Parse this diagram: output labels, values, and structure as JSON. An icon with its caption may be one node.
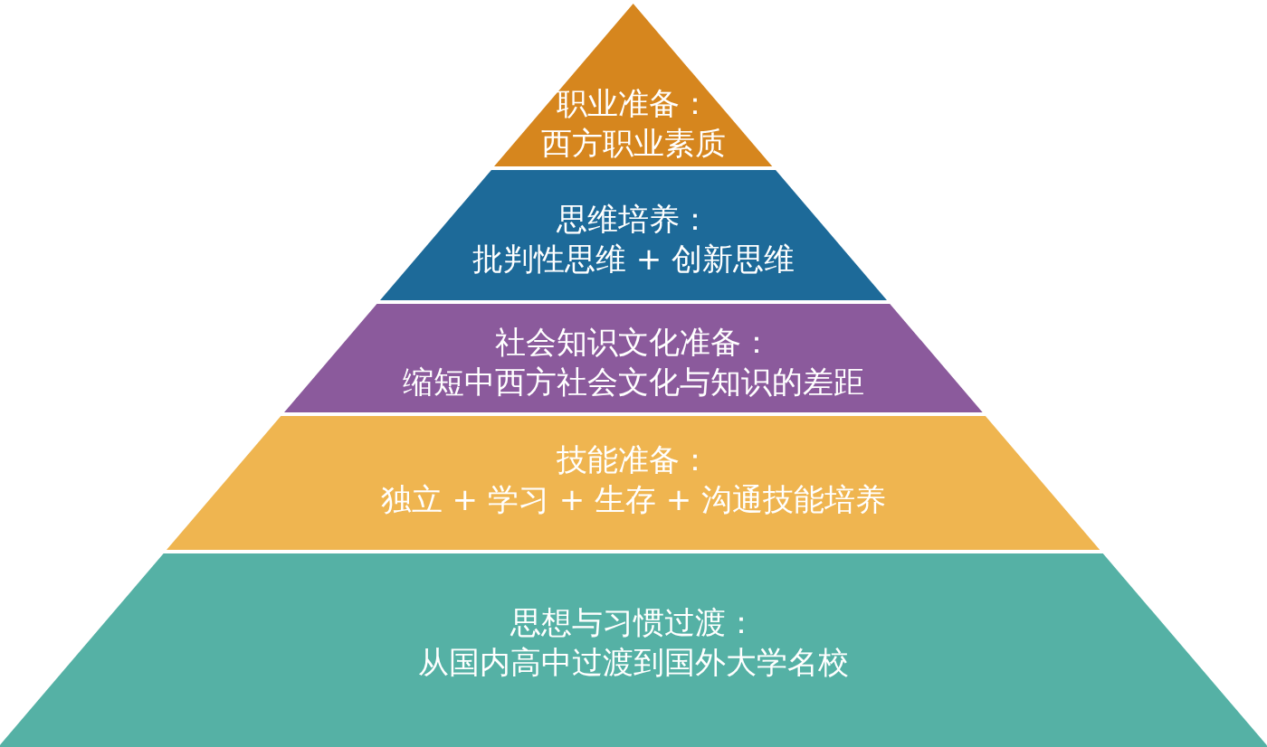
{
  "diagram": {
    "nodes": [
      {
        "text": [
          "职业准备：",
          "西方职业素质"
        ]
      },
      {
        "text": [
          "思维培养：",
          "批判性思维 + 创新思维"
        ]
      },
      {
        "text": [
          "社会知识文化准备：",
          "缩短中西方社会文化与知识的差距"
        ]
      },
      {
        "text": [
          "技能准备：",
          "独立 + 学习 + 生存 + 沟通技能培养"
        ]
      },
      {
        "text": [
          "思想与习惯过渡：",
          "从国内高中过渡到国外大学名校"
        ]
      }
    ]
  }
}
